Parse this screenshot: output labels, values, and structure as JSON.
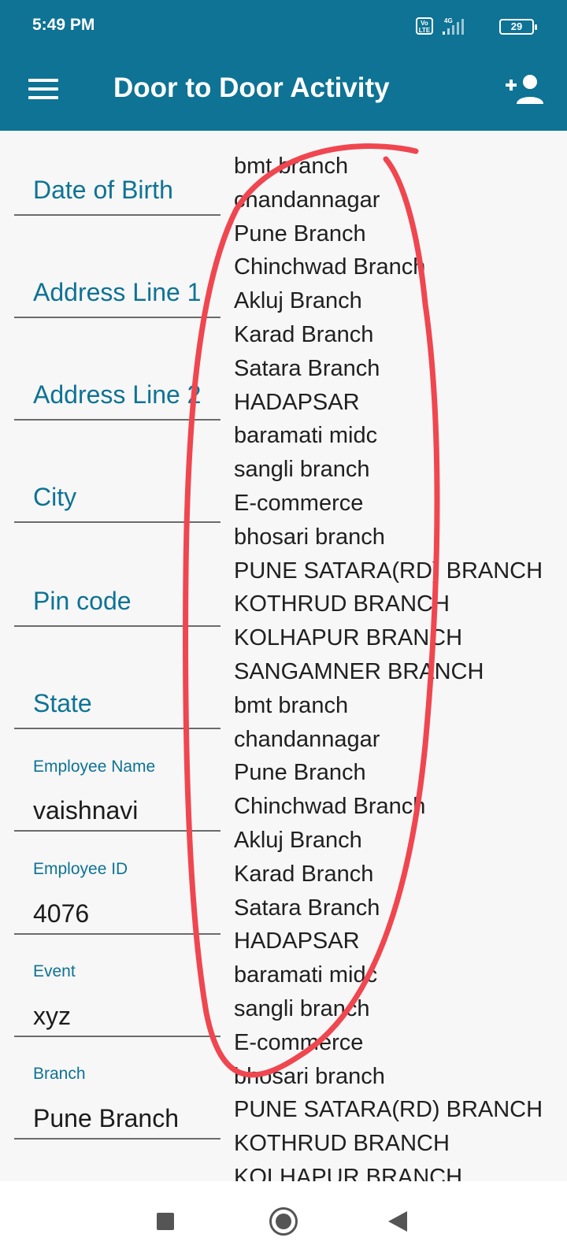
{
  "status_bar": {
    "time": "5:49 PM",
    "volte": "Vo LTE",
    "network": "4G",
    "battery": "29"
  },
  "app_bar": {
    "title": "Door to Door Activity",
    "menu_icon": "menu-icon",
    "action_icon": "add-person-icon"
  },
  "form": {
    "date_of_birth": {
      "placeholder": "Date of Birth"
    },
    "address_line_1": {
      "placeholder": "Address Line 1"
    },
    "address_line_2": {
      "placeholder": "Address Line 2"
    },
    "city": {
      "placeholder": "City"
    },
    "pin_code": {
      "placeholder": "Pin code"
    },
    "state": {
      "placeholder": "State"
    },
    "employee_name": {
      "label": "Employee Name",
      "value": "vaishnavi"
    },
    "employee_id": {
      "label": "Employee ID",
      "value": "4076"
    },
    "event": {
      "label": "Event",
      "value": "xyz"
    },
    "branch": {
      "label": "Branch",
      "value": "Pune Branch"
    }
  },
  "branch_dropdown": {
    "items": [
      "bmt branch",
      "chandannagar",
      "Pune Branch",
      "Chinchwad Branch",
      "Akluj Branch",
      "Karad Branch",
      "Satara Branch",
      "HADAPSAR",
      "baramati midc",
      "sangli branch",
      "E-commerce",
      "bhosari branch",
      "PUNE SATARA(RD) BRANCH",
      "KOTHRUD BRANCH",
      "KOLHAPUR BRANCH",
      "SANGAMNER BRANCH",
      "bmt branch",
      "chandannagar",
      "Pune Branch",
      "Chinchwad Branch",
      "Akluj Branch",
      "Karad Branch",
      "Satara Branch",
      "HADAPSAR",
      "baramati midc",
      "sangli branch",
      "E-commerce",
      "bhosari branch",
      "PUNE SATARA(RD) BRANCH",
      "KOTHRUD BRANCH",
      "KOLHAPUR BRANCH"
    ]
  },
  "colors": {
    "primary": "#0e7394",
    "annotation": "#f0464f",
    "background": "#f7f7f7"
  },
  "nav_bar": {
    "recent_icon": "square-icon",
    "home_icon": "home-circle-icon",
    "back_icon": "back-triangle-icon"
  }
}
